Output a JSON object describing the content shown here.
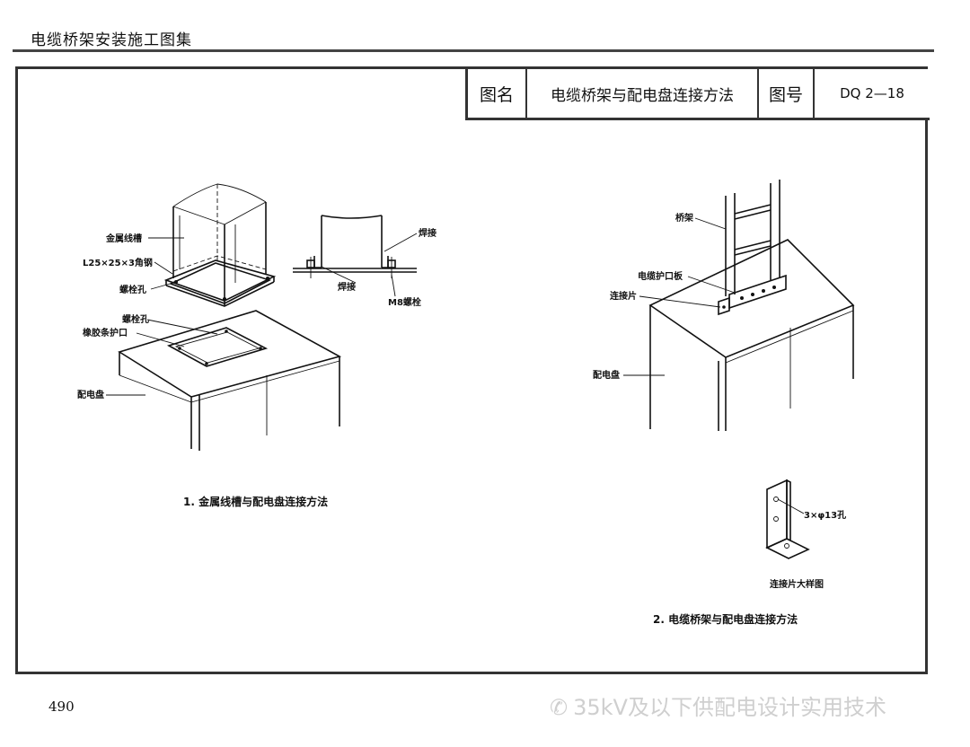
{
  "header": {
    "title": "电缆桥架安装施工图集"
  },
  "title_block": {
    "name_label": "图名",
    "name_value": "电缆桥架与配电盘连接方法",
    "number_label": "图号",
    "number_value": "DQ 2—18"
  },
  "figure1": {
    "labels": {
      "metal_trough": "金属线槽",
      "angle_steel": "L25×25×3角钢",
      "bolt_hole_top": "螺栓孔",
      "weld_right": "焊接",
      "weld_left": "焊接",
      "m8_bolt": "M8螺栓",
      "bolt_hole_panel": "螺栓孔",
      "rubber_grommet": "橡胶条护口",
      "panel": "配电盘"
    },
    "caption": "1. 金属线槽与配电盘连接方法"
  },
  "figure2": {
    "labels": {
      "bridge": "桥架",
      "cable_guard": "电缆护口板",
      "connector": "连接片",
      "panel": "配电盘",
      "holes": "3×φ13孔"
    },
    "detail_caption": "连接片大样图",
    "caption": "2. 电缆桥架与配电盘连接方法"
  },
  "page": {
    "number": "490"
  },
  "watermark": {
    "text": "35kV及以下供配电设计实用技术"
  }
}
